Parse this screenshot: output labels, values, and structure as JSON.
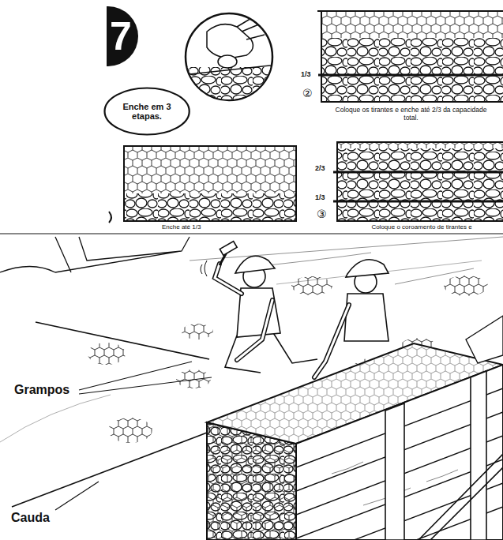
{
  "diagram": {
    "nodes": [
      {
        "text": [
          "7"
        ]
      },
      {
        "text": [
          "Enche em 3 etapas."
        ]
      }
    ],
    "labels": [
      "1/3",
      "②",
      "Coloque os tirantes e enche até 2/3 da capacidade total.",
      "Enche até 1/3",
      "2/3",
      "1/3",
      "③",
      "Coloque o coroamento de tirantes e",
      "Grampos",
      "Cauda"
    ]
  }
}
